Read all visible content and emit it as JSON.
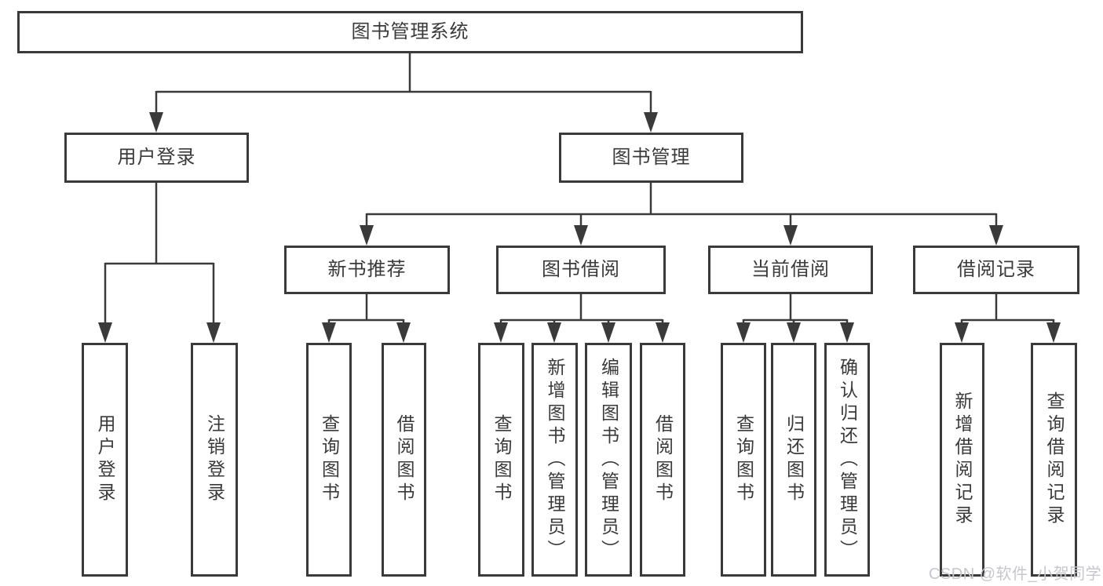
{
  "diagram": {
    "root": {
      "label": "图书管理系统"
    },
    "level2": [
      {
        "id": "user-login",
        "label": "用户登录",
        "parent": "root"
      },
      {
        "id": "book-management",
        "label": "图书管理",
        "parent": "root"
      }
    ],
    "level3": [
      {
        "id": "new-book-recommend",
        "label": "新书推荐",
        "parent": "book-management"
      },
      {
        "id": "book-borrowing",
        "label": "图书借阅",
        "parent": "book-management"
      },
      {
        "id": "current-borrowing",
        "label": "当前借阅",
        "parent": "book-management"
      },
      {
        "id": "borrowing-records",
        "label": "借阅记录",
        "parent": "book-management"
      }
    ],
    "leaves": [
      {
        "label": "用户登录",
        "parent": "user-login"
      },
      {
        "label": "注销登录",
        "parent": "user-login"
      },
      {
        "label": "查询图书",
        "parent": "new-book-recommend"
      },
      {
        "label": "借阅图书",
        "parent": "new-book-recommend"
      },
      {
        "label": "查询图书",
        "parent": "book-borrowing"
      },
      {
        "label": "新增图书（管理员）",
        "parent": "book-borrowing"
      },
      {
        "label": "编辑图书（管理员）",
        "parent": "book-borrowing"
      },
      {
        "label": "借阅图书",
        "parent": "book-borrowing"
      },
      {
        "label": "查询图书",
        "parent": "current-borrowing"
      },
      {
        "label": "归还图书",
        "parent": "current-borrowing"
      },
      {
        "label": "确认归还（管理员）",
        "parent": "current-borrowing"
      },
      {
        "label": "新增借阅记录",
        "parent": "borrowing-records"
      },
      {
        "label": "查询借阅记录",
        "parent": "borrowing-records"
      }
    ]
  },
  "watermark": {
    "text": "CSDN @软件_小贺同学"
  },
  "colors": {
    "line": "#3a3a3a",
    "text": "#3a3a3a",
    "background": "#ffffff",
    "watermark": "#c6c6cc"
  }
}
